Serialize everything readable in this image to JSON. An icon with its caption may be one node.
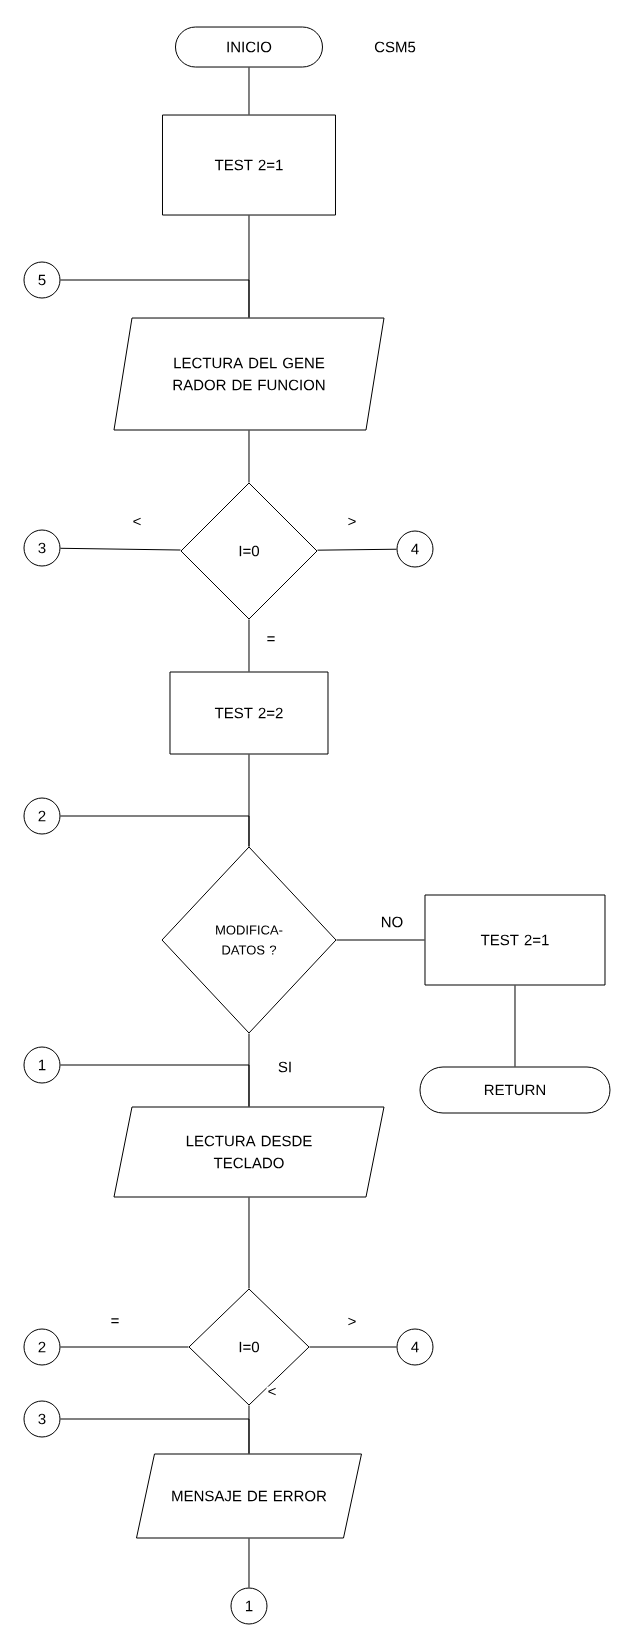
{
  "diagram": {
    "nodes": [
      {
        "text": [
          "INICIO"
        ],
        "beside": [
          "CSM5"
        ]
      },
      {
        "text": [
          "TEST 2=1"
        ]
      },
      {
        "text": [
          "5"
        ]
      },
      {
        "text": [
          "LECTURA DEL GENE RADOR DE FUNCION"
        ]
      },
      {
        "text": [
          "I=0"
        ]
      },
      {
        "text": [
          "3"
        ]
      },
      {
        "text": [
          "4"
        ]
      },
      {
        "text": [
          "TEST 2=2"
        ]
      },
      {
        "text": [
          "2"
        ]
      },
      {
        "text": [
          "MODIFICA- DATOS ?"
        ]
      },
      {
        "text": [
          "TEST 2=1"
        ]
      },
      {
        "text": [
          "RETURN"
        ]
      },
      {
        "text": [
          "1"
        ]
      },
      {
        "text": [
          "LECTURA DESDE TECLADO"
        ]
      },
      {
        "text": [
          "I=0"
        ]
      },
      {
        "text": [
          "2"
        ]
      },
      {
        "text": [
          "4"
        ]
      },
      {
        "text": [
          "3"
        ]
      },
      {
        "text": [
          "MENSAJE DE ERROR"
        ]
      },
      {
        "text": [
          "1"
        ]
      }
    ],
    "edges": [
      {
        "from": 0,
        "to": 1,
        "arrow": "none"
      },
      {
        "from": 1,
        "to": 3,
        "arrow": "none"
      },
      {
        "from": 2,
        "to": 3,
        "arrow": "none"
      },
      {
        "from": 3,
        "to": 4,
        "arrow": "none"
      },
      {
        "from": 4,
        "to": 5,
        "arrow": "none",
        "label": "<"
      },
      {
        "from": 4,
        "to": 6,
        "arrow": "none",
        "label": ">"
      },
      {
        "from": 4,
        "to": 7,
        "arrow": "none",
        "label": "="
      },
      {
        "from": 7,
        "to": 9,
        "arrow": "none"
      },
      {
        "from": 8,
        "to": 9,
        "arrow": "none"
      },
      {
        "from": 9,
        "to": 10,
        "arrow": "none",
        "label": "NO"
      },
      {
        "from": 10,
        "to": 11,
        "arrow": "none"
      },
      {
        "from": 9,
        "to": 13,
        "arrow": "none",
        "label": "SI"
      },
      {
        "from": 12,
        "to": 13,
        "arrow": "none"
      },
      {
        "from": 13,
        "to": 14,
        "arrow": "none"
      },
      {
        "from": 14,
        "to": 15,
        "arrow": "none",
        "label": "="
      },
      {
        "from": 14,
        "to": 16,
        "arrow": "none",
        "label": ">"
      },
      {
        "from": 14,
        "to": 18,
        "arrow": "none",
        "label": "<"
      },
      {
        "from": 17,
        "to": 18,
        "arrow": "none"
      },
      {
        "from": 18,
        "to": 19,
        "arrow": "none"
      }
    ]
  }
}
